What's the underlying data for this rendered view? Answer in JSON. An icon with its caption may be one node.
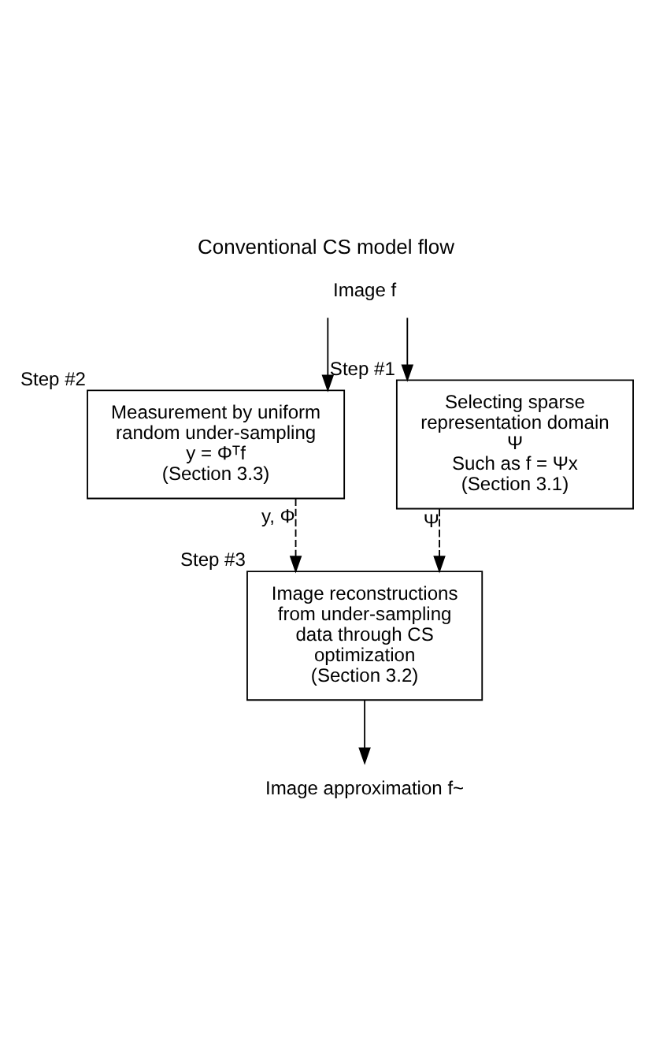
{
  "diagram": {
    "title": "Conventional CS model flow",
    "nodes": [
      {
        "text": [
          "Image f"
        ]
      },
      {
        "text": [
          "Measurement by uniform random under-sampling",
          "y = Φᵀf",
          "(Section 3.3)"
        ],
        "beside": [
          "Step #2"
        ]
      },
      {
        "text": [
          "Selecting sparse representation domain Ψ",
          "Such as f = Ψx",
          "(Section 3.1)"
        ],
        "beside": [
          "Step #1"
        ]
      },
      {
        "text": [
          "Image reconstructions from under-sampling data through CS optimization",
          "(Section 3.2)"
        ],
        "beside": [
          "Step #3"
        ]
      },
      {
        "text": [
          "Image approximation f~"
        ]
      }
    ],
    "edges": [
      {
        "from": 0,
        "to": 1,
        "arrow": "to"
      },
      {
        "from": 0,
        "to": 2,
        "arrow": "to"
      },
      {
        "from": 1,
        "to": 3,
        "arrow": "to",
        "label": "y, Φ",
        "style": "dashed"
      },
      {
        "from": 2,
        "to": 3,
        "arrow": "to",
        "label": "Ψ",
        "style": "dashed"
      },
      {
        "from": 3,
        "to": 4,
        "arrow": "to"
      }
    ]
  }
}
